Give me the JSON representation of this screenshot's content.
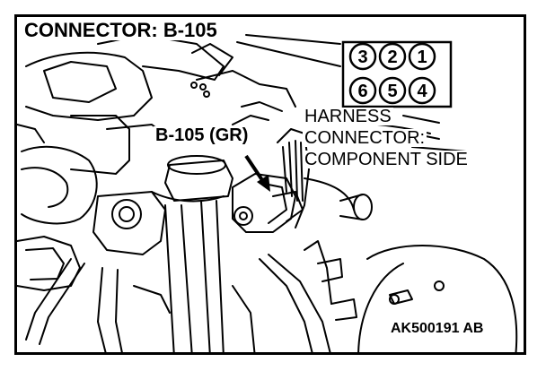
{
  "title": "CONNECTOR: B-105",
  "connector_label": "B-105 (GR)",
  "harness_label": {
    "line1": "HARNESS",
    "line2": "CONNECTOR:",
    "line3": "COMPONENT SIDE"
  },
  "pins": {
    "top": [
      "3",
      "2",
      "1"
    ],
    "bottom": [
      "6",
      "5",
      "4"
    ]
  },
  "code": "AK500191 AB",
  "colors": {
    "ink": "#000000",
    "paper": "#ffffff"
  }
}
